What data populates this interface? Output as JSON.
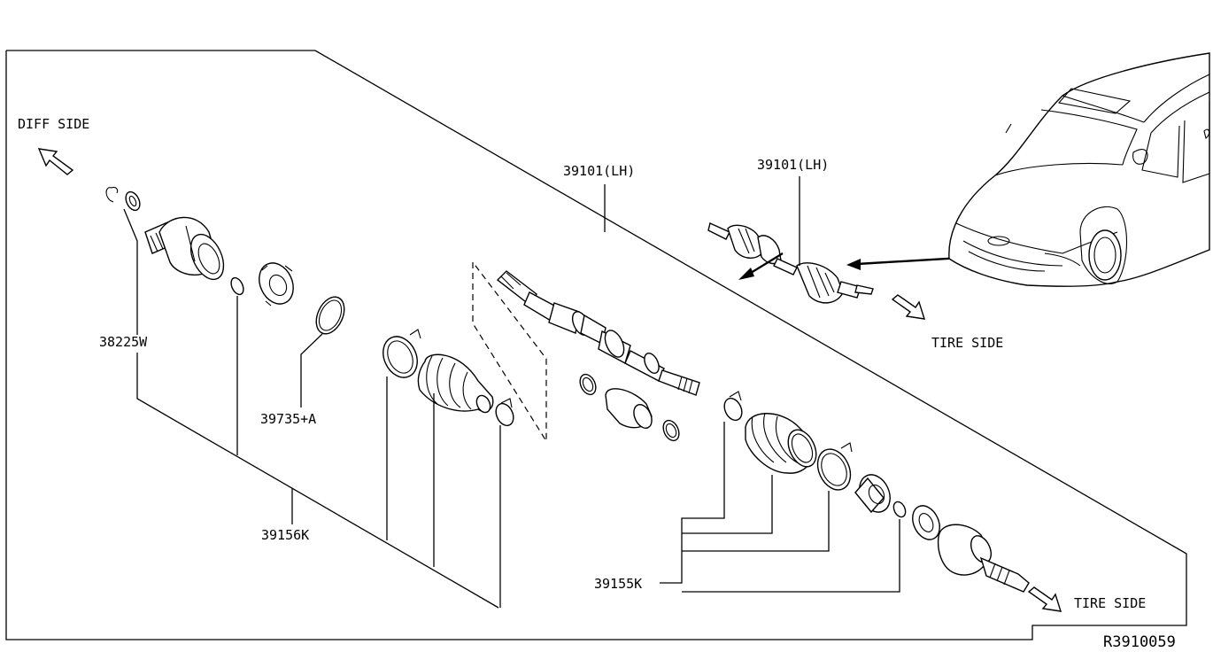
{
  "labels": {
    "diff_side": "DIFF SIDE",
    "tire_side_top": "TIRE SIDE",
    "tire_side_bottom": "TIRE SIDE",
    "assy_main": "39101(LH)",
    "assy_inset": "39101(LH)",
    "part_38225w": "38225W",
    "part_39735a": "39735+A",
    "part_39156k": "39156K",
    "part_39155k": "39155K",
    "ref_number": "R3910059"
  },
  "icons": {
    "arrow_diff": "outline-arrow-up-left-icon",
    "arrow_tire_top": "outline-arrow-down-right-icon",
    "arrow_tire_bottom": "outline-arrow-down-right-icon",
    "vehicle": "suv-vehicle-icon"
  }
}
